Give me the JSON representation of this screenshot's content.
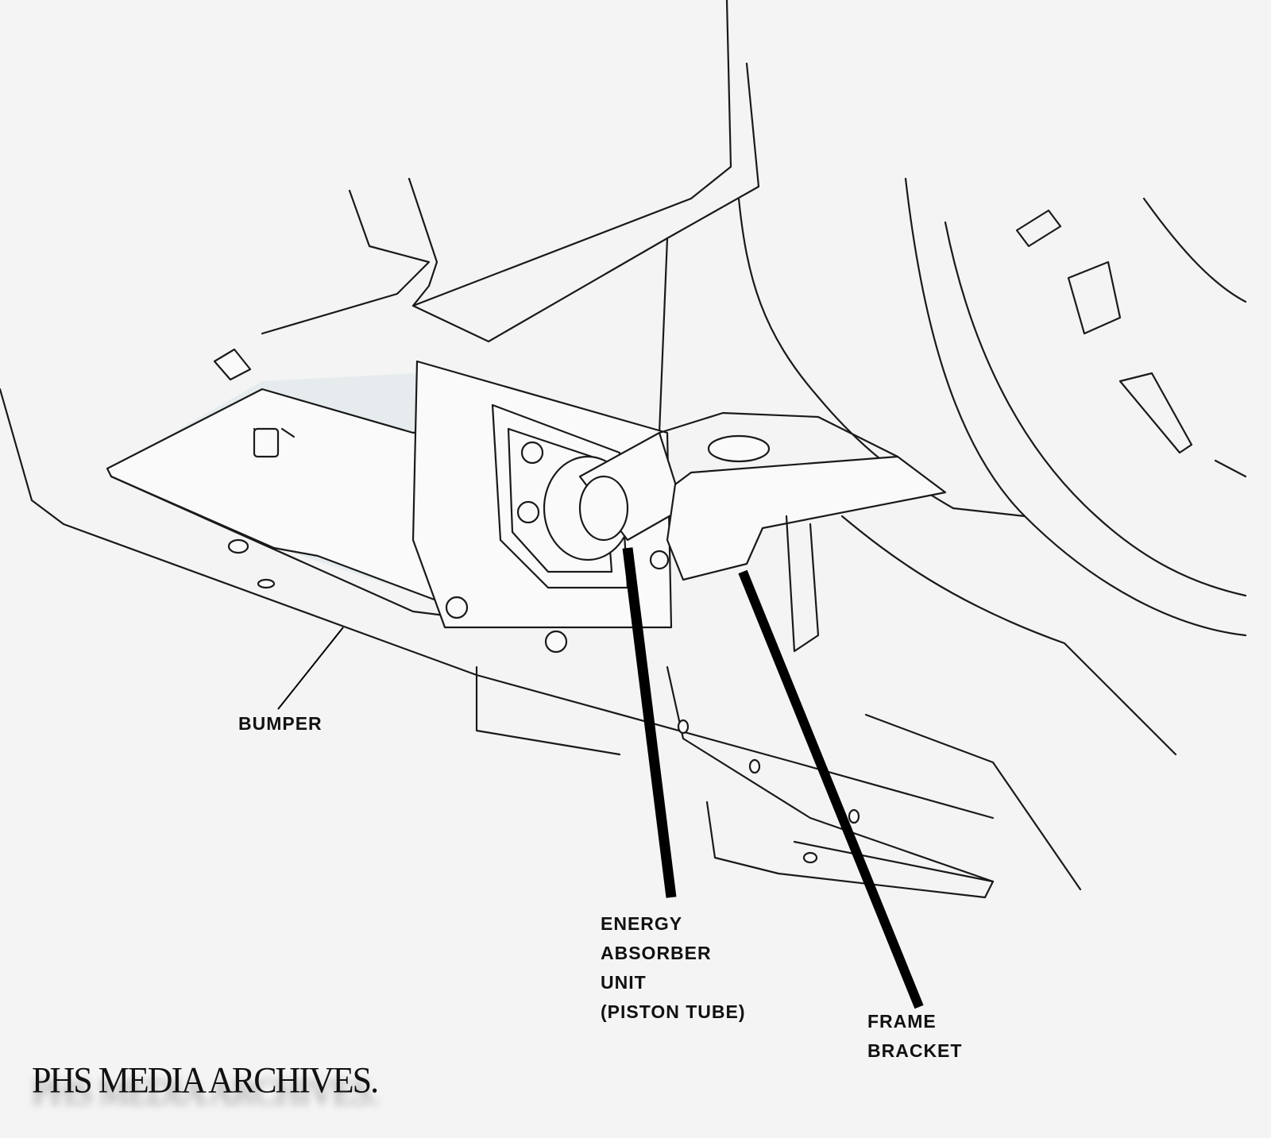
{
  "diagram": {
    "labels": {
      "bumper": "BUMPER",
      "energy_absorber": [
        "ENERGY",
        "ABSORBER",
        "UNIT",
        "(PISTON TUBE)"
      ],
      "frame_bracket": [
        "FRAME",
        "BRACKET"
      ]
    },
    "watermark": "PHS MEDIA ARCHIVES.",
    "colors": {
      "background": "#f4f4f4",
      "line": "#1a1a1a"
    }
  }
}
